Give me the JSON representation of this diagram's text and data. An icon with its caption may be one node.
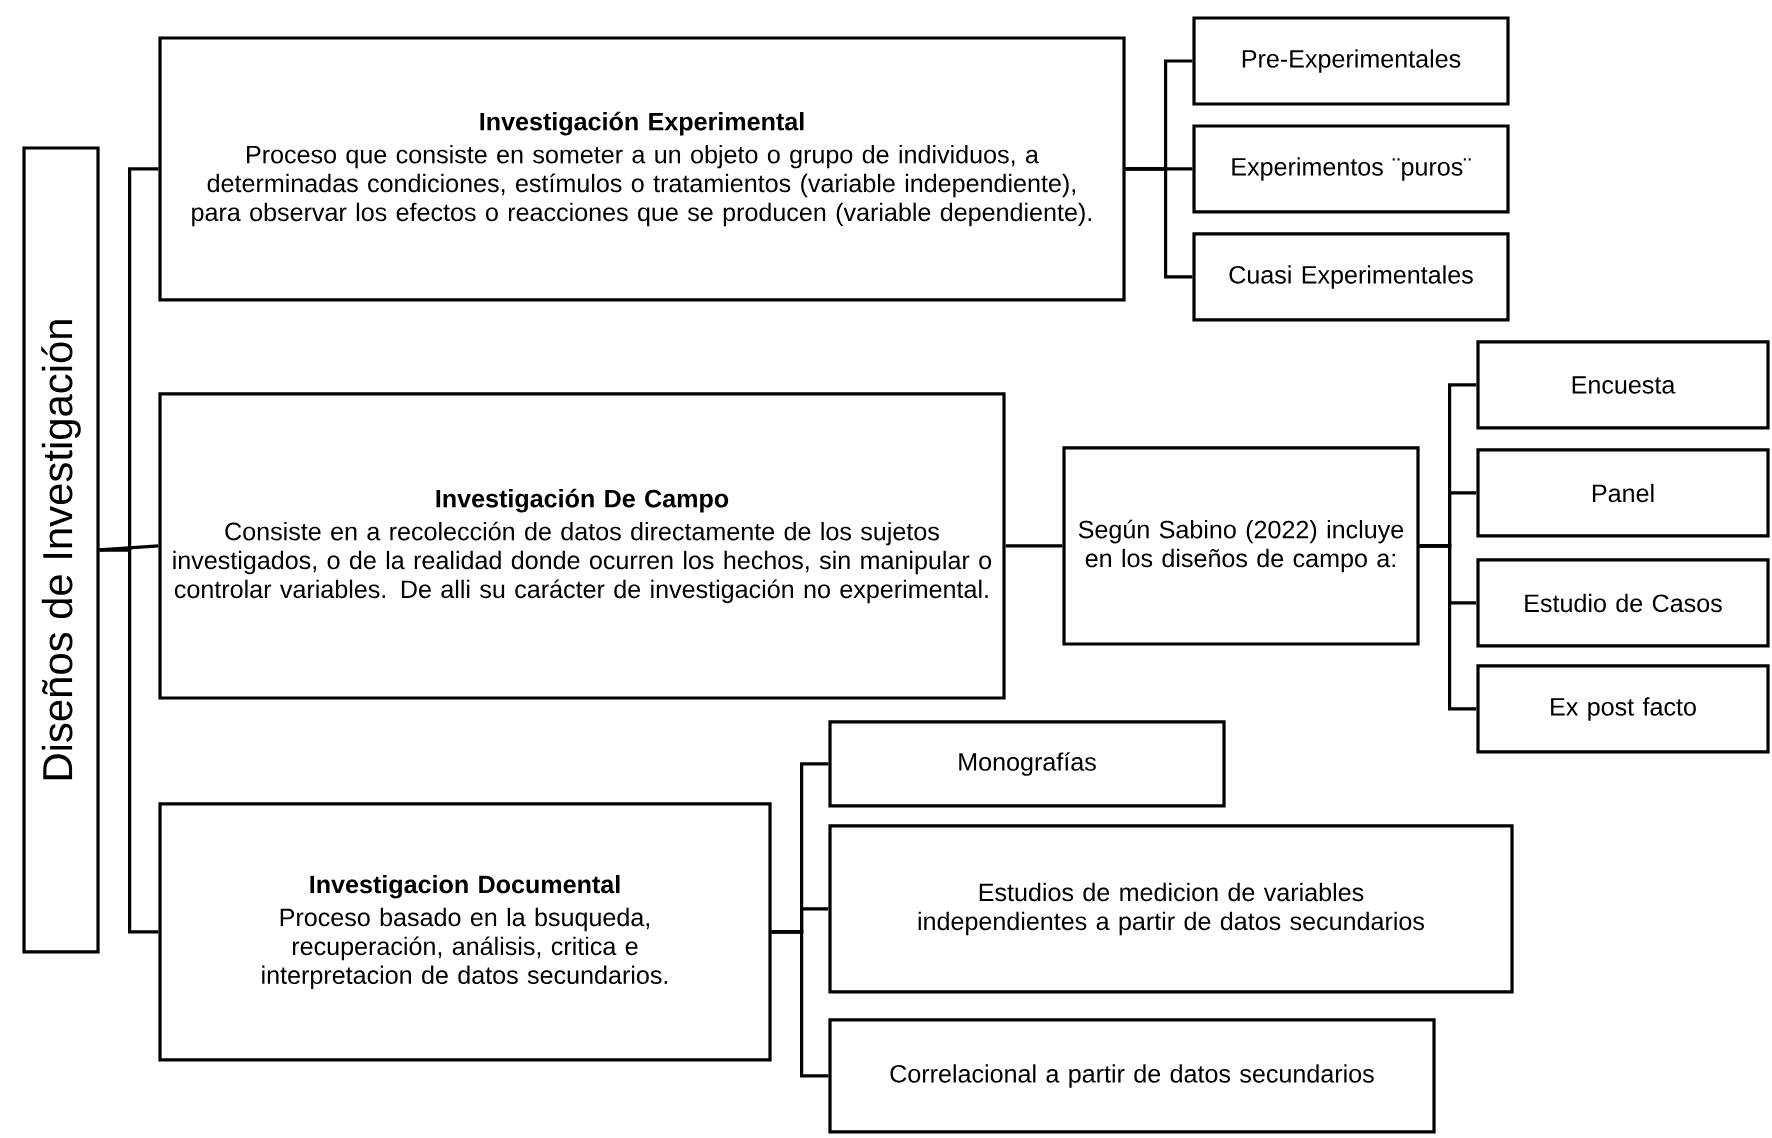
{
  "diagram": {
    "nodes": [
      {
        "text": [
          "Diseños de Investigación"
        ]
      },
      {
        "text": [
          "Investigación Experimental",
          "Proceso que consiste en someter a un objeto o grupo de individuos, a determinadas condiciones, estímulos o tratamientos (variable independiente), para observar los efectos o reacciones que se producen (variable dependiente)."
        ]
      },
      {
        "text": [
          "Pre-Experimentales"
        ]
      },
      {
        "text": [
          "Experimentos ¨puros¨"
        ]
      },
      {
        "text": [
          "Cuasi Experimentales"
        ]
      },
      {
        "text": [
          "Investigación De Campo",
          "Consiste en a recolección de datos directamente de los sujetos investigados, o de la realidad donde ocurren los hechos, sin manipular o controlar variables. De alli su carácter de investigación no experimental."
        ]
      },
      {
        "text": [
          "Según Sabino (2022) incluye en los diseños de campo a:"
        ]
      },
      {
        "text": [
          "Encuesta"
        ]
      },
      {
        "text": [
          "Panel"
        ]
      },
      {
        "text": [
          "Estudio de Casos"
        ]
      },
      {
        "text": [
          "Ex post facto"
        ]
      },
      {
        "text": [
          "Investigacion Documental",
          "Proceso basado en la bsuqueda, recuperación, análisis, critica e interpretacion de datos secundarios."
        ]
      },
      {
        "text": [
          "Monografías"
        ]
      },
      {
        "text": [
          "Estudios de medicion de variables independientes a partir de datos secundarios"
        ]
      },
      {
        "text": [
          "Correlacional a partir de datos secundarios"
        ]
      }
    ],
    "edges": [
      {
        "from": 0,
        "to": 1,
        "arrow": "none"
      },
      {
        "from": 0,
        "to": 5,
        "arrow": "none"
      },
      {
        "from": 0,
        "to": 11,
        "arrow": "none"
      },
      {
        "from": 1,
        "to": 2,
        "arrow": "none"
      },
      {
        "from": 1,
        "to": 3,
        "arrow": "none"
      },
      {
        "from": 1,
        "to": 4,
        "arrow": "none"
      },
      {
        "from": 5,
        "to": 6,
        "arrow": "none"
      },
      {
        "from": 6,
        "to": 7,
        "arrow": "none"
      },
      {
        "from": 6,
        "to": 8,
        "arrow": "none"
      },
      {
        "from": 6,
        "to": 9,
        "arrow": "none"
      },
      {
        "from": 6,
        "to": 10,
        "arrow": "none"
      },
      {
        "from": 11,
        "to": 12,
        "arrow": "none"
      },
      {
        "from": 11,
        "to": 13,
        "arrow": "none"
      },
      {
        "from": 11,
        "to": 14,
        "arrow": "none"
      }
    ]
  }
}
